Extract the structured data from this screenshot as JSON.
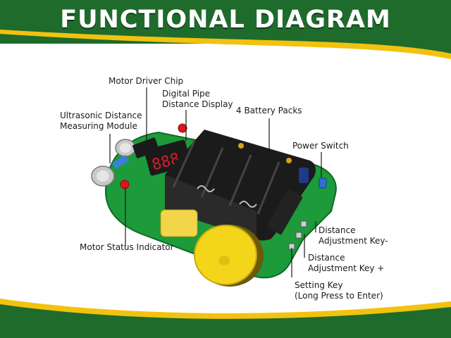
{
  "title": "FUNCTIONAL DIAGRAM",
  "colors": {
    "banner_green": "#1e6b2c",
    "accent_yellow": "#f2c20f",
    "board_green": "#1d9a3a",
    "battery_black": "#1b1b1b",
    "wheel_yellow": "#f3d51a",
    "led_red": "#e0141a"
  },
  "labels": {
    "motor_driver_chip": "Motor Driver Chip",
    "digital_pipe_line1": "Digital Pipe",
    "digital_pipe_line2": "Distance Display",
    "ultrasonic_line1": "Ultrasonic Distance",
    "ultrasonic_line2": "Measuring Module",
    "battery_packs": "4 Battery Packs",
    "power_switch": "Power Switch",
    "adj_minus_line1": "Distance",
    "adj_minus_line2": "Adjustment Key-",
    "adj_plus_line1": "Distance",
    "adj_plus_line2": "Adjustment Key +",
    "setting_line1": "Setting Key",
    "setting_line2": "(Long Press to Enter)",
    "motor_status": "Motor Status Indicator"
  }
}
